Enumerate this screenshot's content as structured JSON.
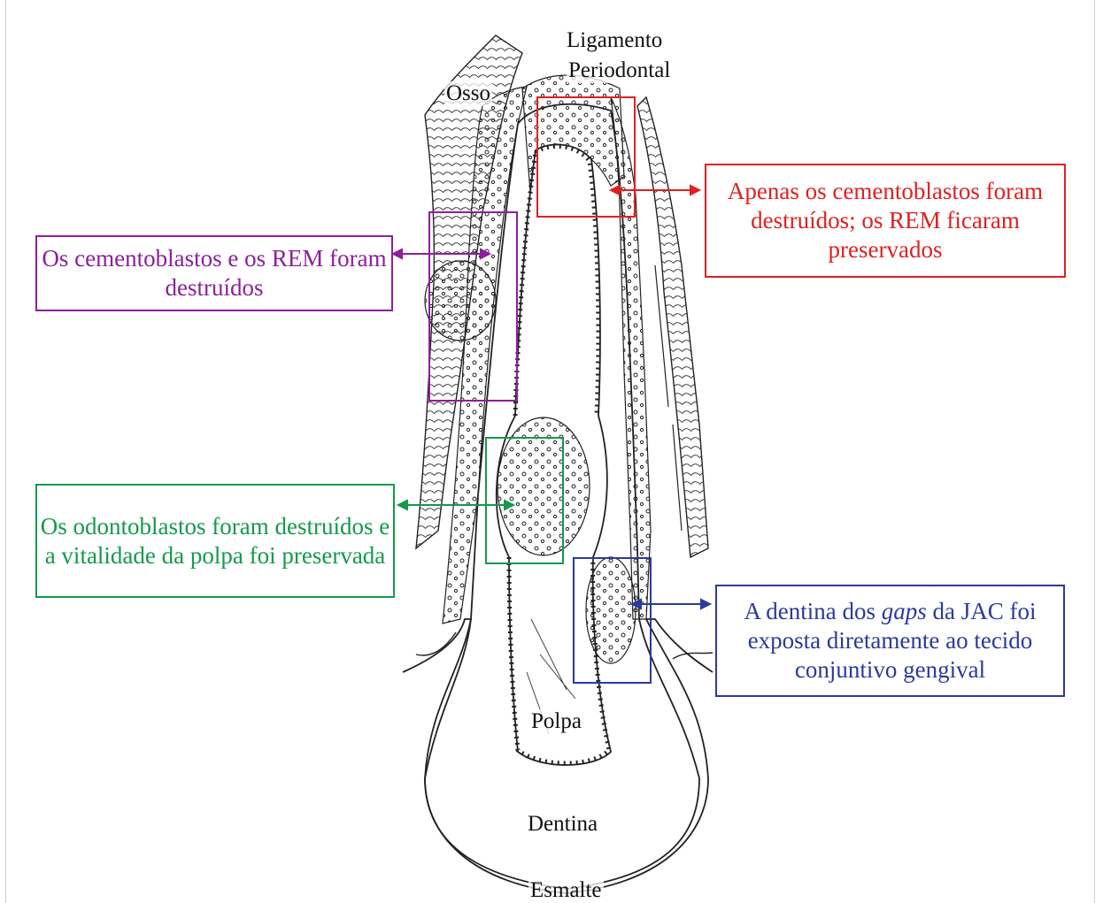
{
  "labels": {
    "ligamento_line1": "Ligamento",
    "ligamento_line2": "Periodontal",
    "osso": "Osso",
    "polpa": "Polpa",
    "dentina": "Dentina",
    "esmalte": "Esmalte"
  },
  "callouts": {
    "red": {
      "text": "Apenas os cementoblastos foram destruídos; os REM ficaram preservados",
      "color": "#e02020"
    },
    "purple": {
      "text": "Os cementoblastos e os REM foram destruídos",
      "color": "#8d1f9b"
    },
    "green": {
      "text": "Os odontoblastos foram destruídos e a vitalidade da polpa foi preservada",
      "color": "#139a4a"
    },
    "blue": {
      "text_before": "A dentina dos ",
      "text_italic": "gaps",
      "text_after": " da JAC foi exposta diretamente ao tecido conjuntivo gengival",
      "color": "#2b3a9a"
    }
  }
}
